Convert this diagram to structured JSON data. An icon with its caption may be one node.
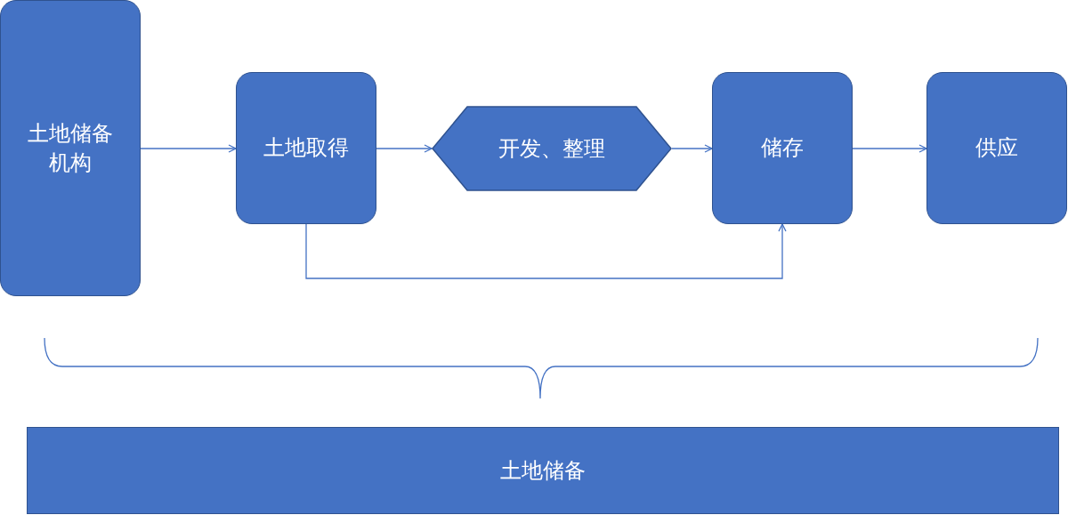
{
  "diagram": {
    "nodes": [
      {
        "text": [
          "土地储备机构"
        ]
      },
      {
        "text": [
          "土地取得"
        ]
      },
      {
        "text": [
          "开发、整理"
        ]
      },
      {
        "text": [
          "储存"
        ]
      },
      {
        "text": [
          "供应"
        ]
      },
      {
        "text": [
          "土地储备"
        ]
      }
    ],
    "edges": [
      {
        "from": 0,
        "to": 1,
        "arrow": "to"
      },
      {
        "from": 1,
        "to": 2,
        "arrow": "to"
      },
      {
        "from": 2,
        "to": 3,
        "arrow": "to"
      },
      {
        "from": 3,
        "to": 4,
        "arrow": "to"
      },
      {
        "from": 1,
        "to": 3,
        "arrow": "to"
      }
    ]
  }
}
